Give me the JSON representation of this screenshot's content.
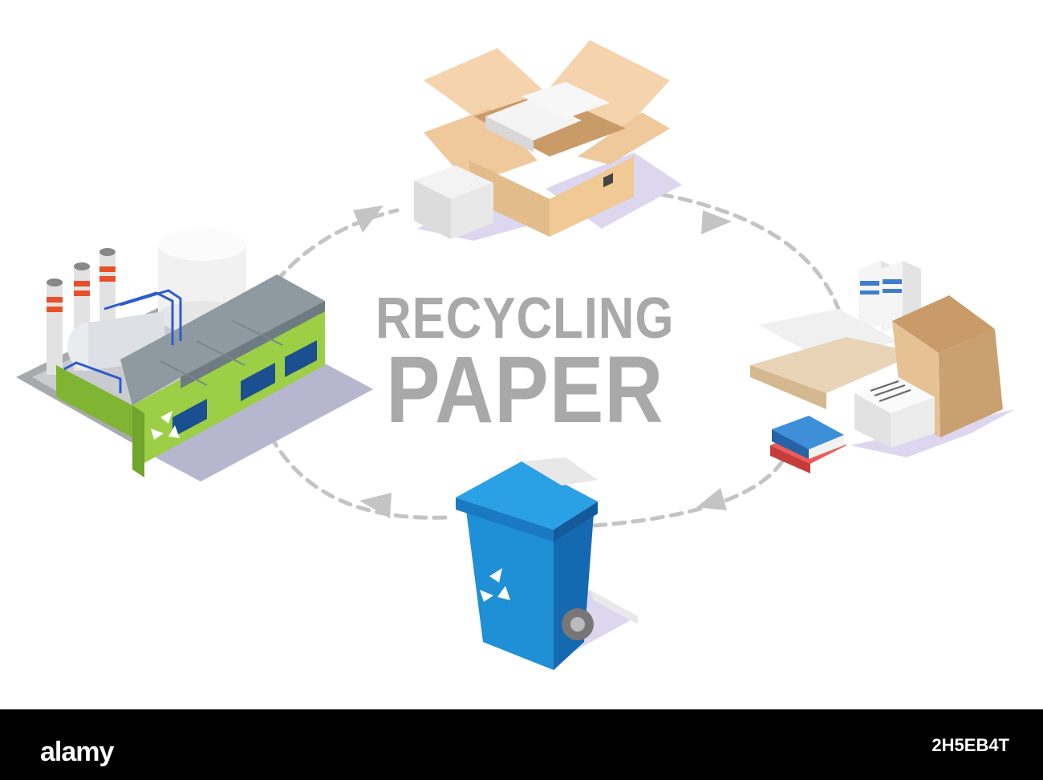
{
  "title": {
    "line1": "RECYCLING",
    "line2": "PAPER"
  },
  "footer": {
    "brand": "alamy",
    "image_id": "2H5EB4T"
  },
  "colors": {
    "title": "#a9a9a9",
    "factory_wall": "#8cc23f",
    "factory_roof": "#8e9aa0",
    "bin": "#1f8fd6",
    "box": "#e8c79c",
    "arrow": "#c4c4c4",
    "shadow": "#ddd6ef"
  },
  "icons": [
    "factory-icon",
    "box-of-paper-icon",
    "paper-waste-icon",
    "recycle-bin-icon",
    "recycle-symbol-icon"
  ]
}
